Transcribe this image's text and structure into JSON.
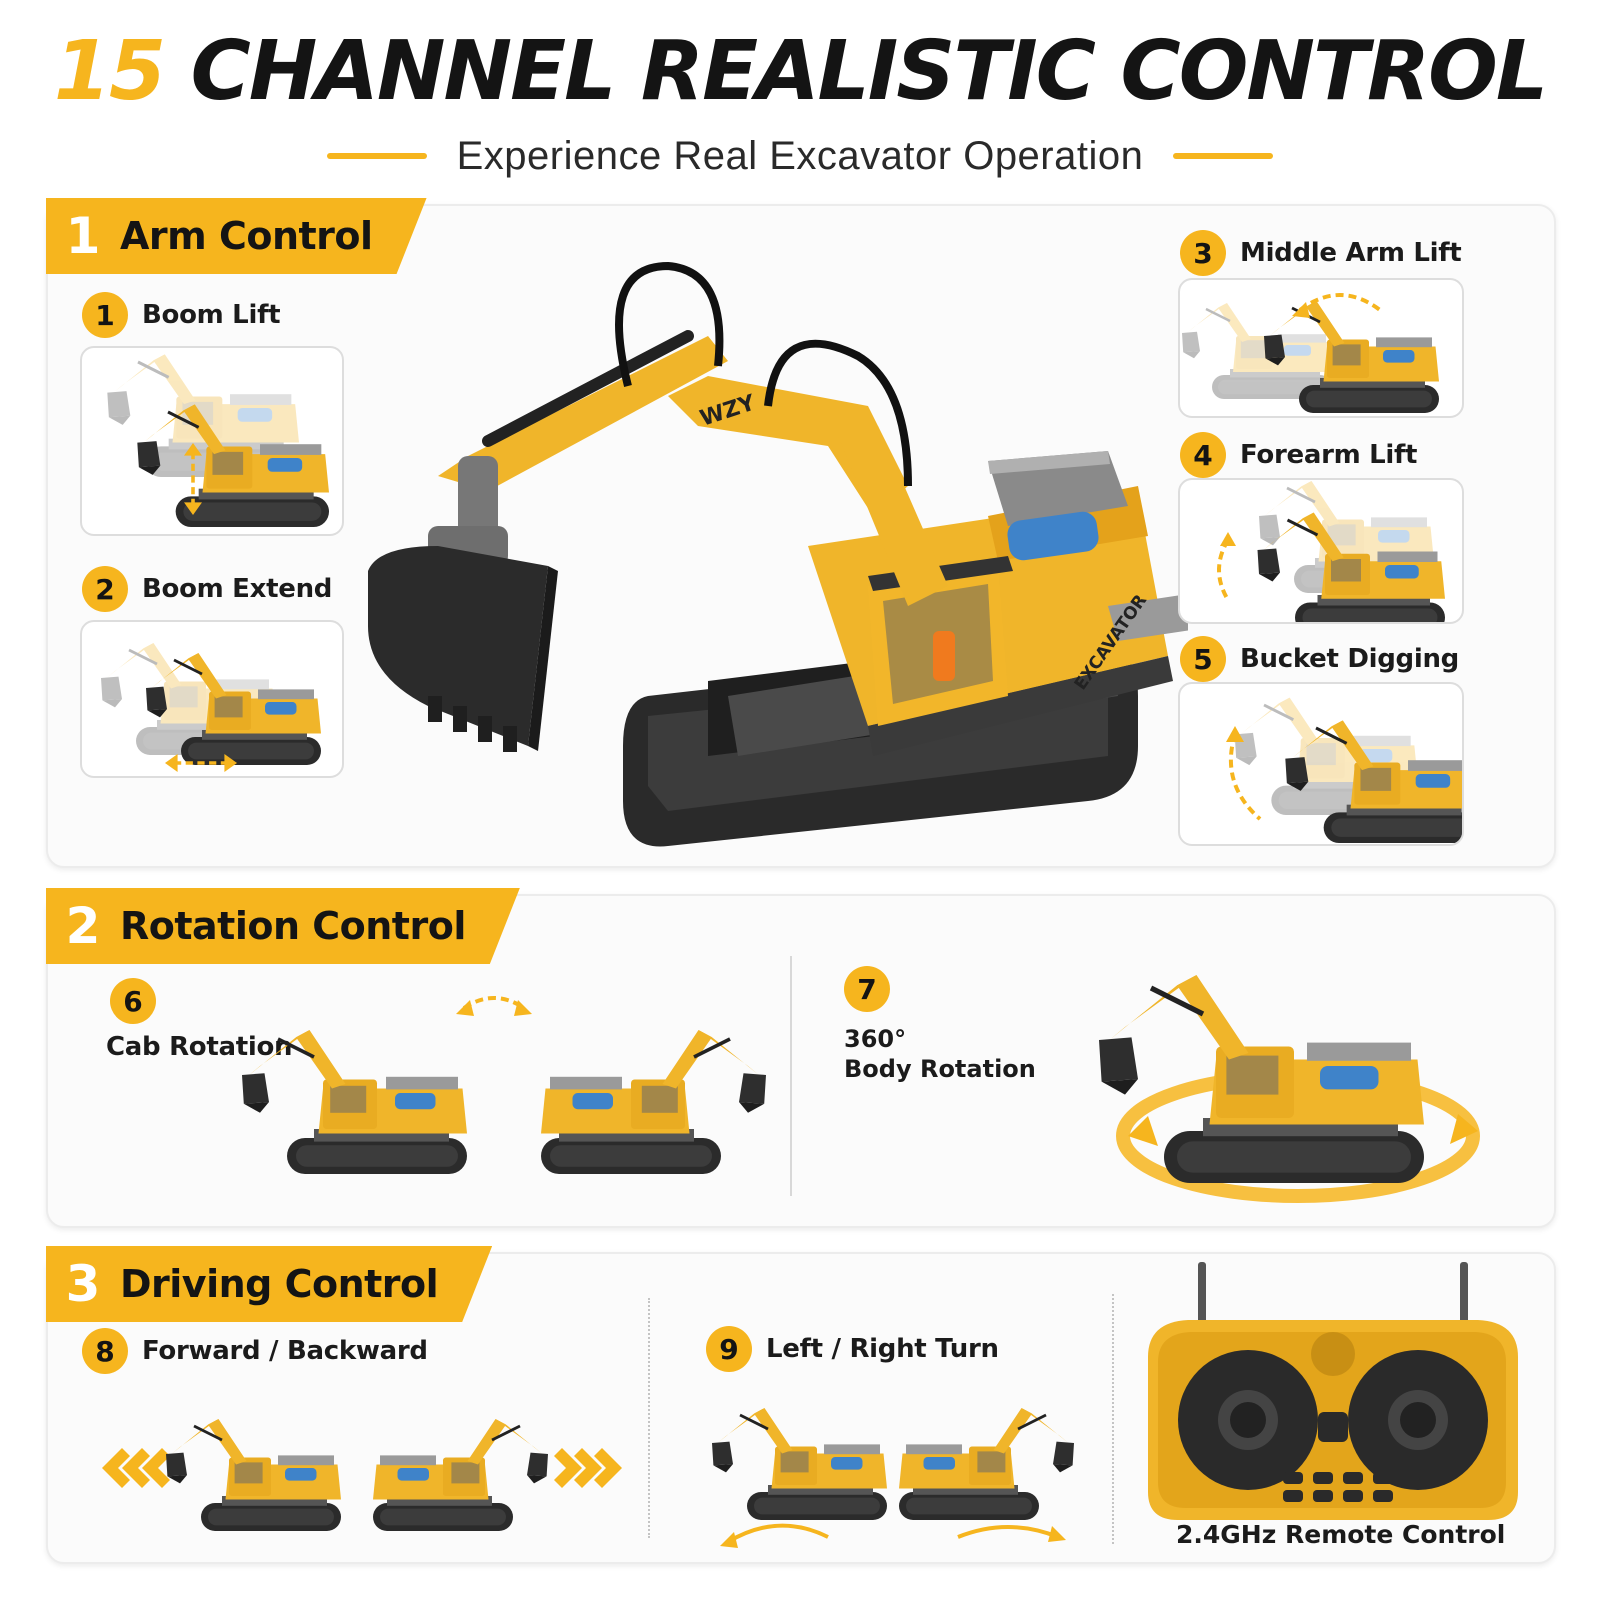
{
  "header": {
    "title_number": "15",
    "title_rest": "CHANNEL REALISTIC CONTROL",
    "subtitle": "Experience Real Excavator Operation"
  },
  "sections": {
    "arm": {
      "number": "1",
      "title": "Arm Control",
      "items": [
        {
          "number": "1",
          "label": "Boom Lift"
        },
        {
          "number": "2",
          "label": "Boom Extend"
        },
        {
          "number": "3",
          "label": "Middle Arm Lift"
        },
        {
          "number": "4",
          "label": "Forearm Lift"
        },
        {
          "number": "5",
          "label": "Bucket Digging"
        }
      ]
    },
    "rotation": {
      "number": "2",
      "title": "Rotation Control",
      "items": [
        {
          "number": "6",
          "label": "Cab Rotation"
        },
        {
          "number": "7",
          "label_line1": "360°",
          "label_line2": "Body Rotation"
        }
      ]
    },
    "driving": {
      "number": "3",
      "title": "Driving Control",
      "items": [
        {
          "number": "8",
          "label": "Forward / Backward"
        },
        {
          "number": "9",
          "label": "Left / Right Turn"
        }
      ],
      "remote_caption": "2.4GHz Remote Control"
    }
  },
  "product_marks": {
    "brand": "WZY",
    "body_text": "EXCAVATOR"
  },
  "colors": {
    "accent": "#f6b51e",
    "text": "#141414",
    "panel": "#fbfbfb",
    "track": "#2b2b2b",
    "cab_glass": "#3f83c9"
  },
  "icons": [
    "double-arrow-vertical-icon",
    "double-arrow-horizontal-icon",
    "curved-arrow-icon",
    "chevrons-left-icon",
    "chevrons-right-icon",
    "rotation-ring-icon",
    "joystick-icon"
  ]
}
